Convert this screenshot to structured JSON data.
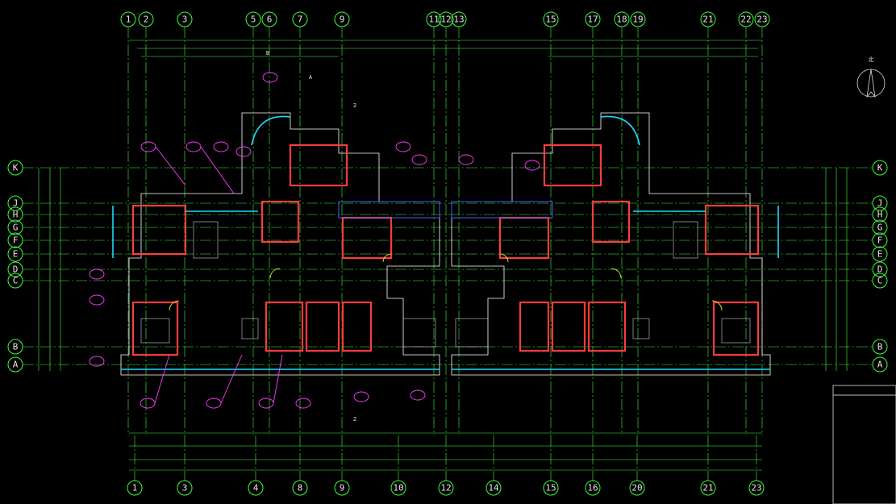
{
  "drawing": {
    "top_axes": [
      "1",
      "2",
      "3",
      "5",
      "6",
      "7",
      "9",
      "11",
      "12",
      "13",
      "15",
      "17",
      "18",
      "19",
      "21",
      "22",
      "23"
    ],
    "bottom_axes": [
      "1",
      "3",
      "4",
      "8",
      "9",
      "10",
      "12",
      "14",
      "15",
      "16",
      "20",
      "21",
      "23"
    ],
    "left_axes": [
      "K",
      "J",
      "H",
      "G",
      "F",
      "E",
      "D",
      "C",
      "B",
      "A"
    ],
    "right_axes": [
      "K",
      "J",
      "H",
      "G",
      "F",
      "E",
      "D",
      "C",
      "B",
      "A"
    ],
    "north_label": "北",
    "section_marks": [
      "A",
      "B",
      "2",
      "2"
    ],
    "colors": {
      "background": "#000000",
      "grid": "#3cff3c",
      "wall": "#ff3c3c",
      "window": "#20d8ff",
      "annotation": "#ff3cff",
      "door": "#ffff40"
    }
  }
}
